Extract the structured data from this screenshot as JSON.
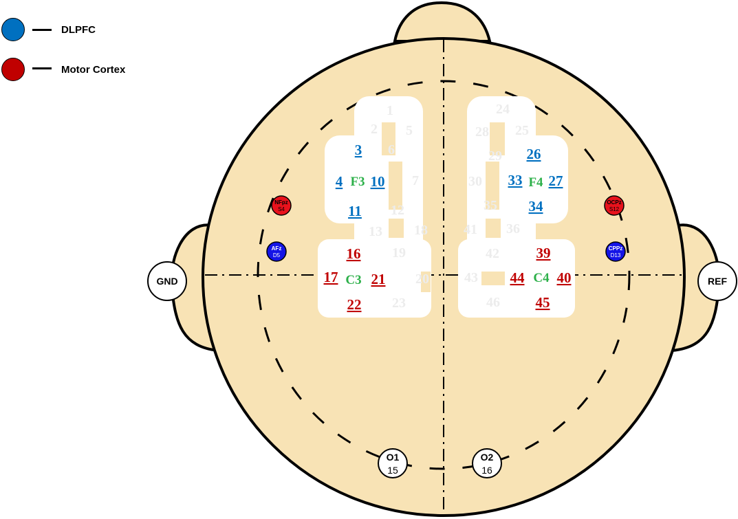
{
  "legend": [
    {
      "label": "DLPFC",
      "color": "#0070c0"
    },
    {
      "label": "Motor Cortex",
      "color": "#c00000"
    }
  ],
  "colors": {
    "head": "#f8e3b5",
    "dlpfc": "#0070c0",
    "motor": "#c00000",
    "reference_electrode": "#2db04a",
    "inactive_channel": "#ececec",
    "short_source": "#e8121c",
    "short_detector": "#1414e6"
  },
  "reference_electrodes": {
    "f3": "F3",
    "f4": "F4",
    "c3": "C3",
    "c4": "C4"
  },
  "dlpfc_channels": {
    "c3": "3",
    "c4": "4",
    "c10": "10",
    "c11": "11",
    "c26": "26",
    "c33": "33",
    "c27": "27",
    "c34": "34"
  },
  "motor_channels": {
    "c16": "16",
    "c17": "17",
    "c21": "21",
    "c22": "22",
    "c39": "39",
    "c44": "44",
    "c40": "40",
    "c45": "45"
  },
  "inactive_channels": {
    "c1": "1",
    "c2": "2",
    "c5": "5",
    "c6": "6",
    "c7": "7",
    "c12": "12",
    "c13": "13",
    "c18": "18",
    "c19": "19",
    "c20": "20",
    "c23": "23",
    "c24": "24",
    "c25": "25",
    "c28": "28",
    "c29": "29",
    "c30": "30",
    "c35": "35",
    "c36": "36",
    "c41": "41",
    "c42": "42",
    "c43": "43",
    "c46": "46"
  },
  "ground": "GND",
  "reference": "REF",
  "occipital": {
    "o1": {
      "label": "O1",
      "num": "15"
    },
    "o2": {
      "label": "O2",
      "num": "16"
    }
  },
  "short_channels": {
    "nfpz": {
      "top": "NFpz",
      "bottom": "S4"
    },
    "afz": {
      "top": "AFz",
      "bottom": "D5"
    },
    "ocpz": {
      "top": "OCPz",
      "bottom": "S12"
    },
    "cppz": {
      "top": "CPPz",
      "bottom": "D13"
    }
  }
}
